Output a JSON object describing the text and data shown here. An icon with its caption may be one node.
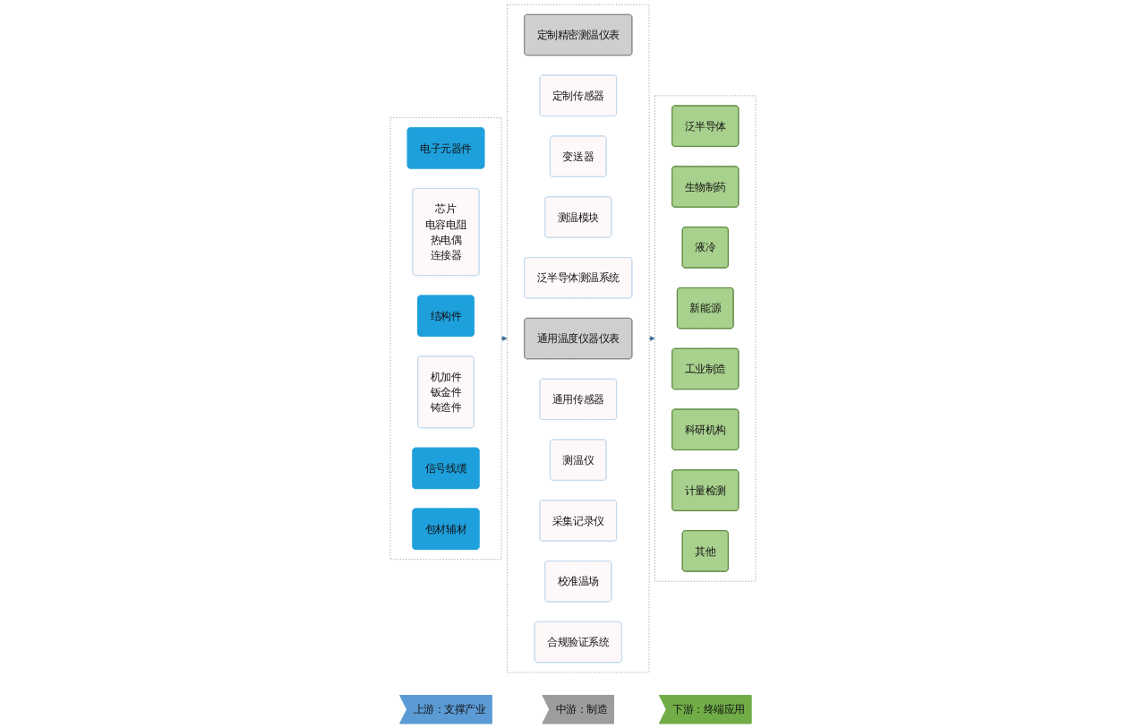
{
  "diagram": {
    "nodes": [
      {
        "text": [
          "上游：支撑产业"
        ]
      },
      {
        "text": [
          "中游：制造"
        ]
      },
      {
        "text": [
          "下游：终端应用"
        ]
      },
      {
        "text": [],
        "shape": "box"
      },
      {
        "text": [
          "电子元器件"
        ],
        "in": 3
      },
      {
        "text": [
          "芯片",
          "电容电阻",
          "热电偶",
          "连接器"
        ],
        "in": 3
      },
      {
        "text": [
          "结构件"
        ],
        "in": 3
      },
      {
        "text": [
          "机加件",
          "钣金件",
          "铸造件"
        ],
        "in": 3
      },
      {
        "text": [
          "信号线缆"
        ],
        "in": 3
      },
      {
        "text": [
          "包材辅材"
        ],
        "in": 3
      },
      {
        "text": [],
        "shape": "box"
      },
      {
        "text": [
          "定制精密测温仪表"
        ],
        "in": 10
      },
      {
        "text": [
          "定制传感器"
        ],
        "in": 10
      },
      {
        "text": [
          "变送器"
        ],
        "in": 10
      },
      {
        "text": [
          "测温模块"
        ],
        "in": 10
      },
      {
        "text": [
          "泛半导体测温系统"
        ],
        "in": 10
      },
      {
        "text": [
          "通用温度仪器仪表"
        ],
        "in": 10
      },
      {
        "text": [
          "通用传感器"
        ],
        "in": 10
      },
      {
        "text": [
          "测温仪"
        ],
        "in": 10
      },
      {
        "text": [
          "采集记录仪"
        ],
        "in": 10
      },
      {
        "text": [
          "校准温场"
        ],
        "in": 10
      },
      {
        "text": [
          "合规验证系统"
        ],
        "in": 10
      },
      {
        "text": [],
        "shape": "box"
      },
      {
        "text": [
          "泛半导体"
        ],
        "in": 22
      },
      {
        "text": [
          "生物制药"
        ],
        "in": 22
      },
      {
        "text": [
          "液冷"
        ],
        "in": 22
      },
      {
        "text": [
          "新能源"
        ],
        "in": 22
      },
      {
        "text": [
          "工业制造"
        ],
        "in": 22
      },
      {
        "text": [
          "科研机构"
        ],
        "in": 22
      },
      {
        "text": [
          "计量检测"
        ],
        "in": 22
      },
      {
        "text": [
          "其他"
        ],
        "in": 22
      }
    ],
    "edges": [
      {
        "from": 3,
        "to": 10,
        "arrow": "to"
      },
      {
        "from": 10,
        "to": 22,
        "arrow": "to"
      }
    ]
  }
}
